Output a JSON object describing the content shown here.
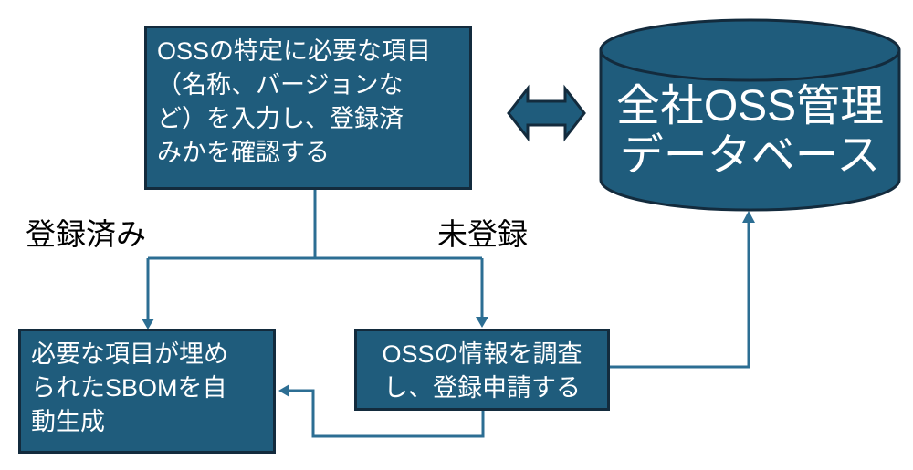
{
  "diagram": {
    "type": "flowchart",
    "background_color": "#ffffff",
    "node_fill_color": "#1f5c7c",
    "node_border_color": "#132b3d",
    "connector_color": "#2c6e93",
    "node_text_color": "#ffffff",
    "label_text_color": "#000000"
  },
  "nodes": {
    "check_registration": {
      "shape": "rectangle",
      "text": "OSSの特定に必要な項目（名称、バージョンなど）を入力し、登録済みかを確認する",
      "lines": [
        "OSSの特定に必要な項目",
        "（名称、バージョンな",
        "ど）を入力し、登録済",
        "みかを確認する"
      ]
    },
    "database": {
      "shape": "cylinder",
      "text": "全社OSS管理データベース",
      "lines": [
        "全社OSS管理",
        "データベース"
      ]
    },
    "generate_sbom": {
      "shape": "rectangle",
      "text": "必要な項目が埋められたSBOMを自動生成",
      "lines": [
        "必要な項目が埋め",
        "られたSBOMを自",
        "動生成"
      ]
    },
    "investigate_register": {
      "shape": "rectangle",
      "text": "OSSの情報を調査し、登録申請する",
      "lines": [
        "OSSの情報を調査",
        "し、登録申請する"
      ]
    }
  },
  "labels": {
    "registered": "登録済み",
    "unregistered": "未登録"
  },
  "edges": [
    {
      "from": "check_registration",
      "to": "database",
      "style": "double-headed-block-arrow"
    },
    {
      "from": "check_registration",
      "to": "generate_sbom",
      "label": "登録済み"
    },
    {
      "from": "check_registration",
      "to": "investigate_register",
      "label": "未登録"
    },
    {
      "from": "investigate_register",
      "to": "generate_sbom"
    },
    {
      "from": "investigate_register",
      "to": "database"
    }
  ]
}
